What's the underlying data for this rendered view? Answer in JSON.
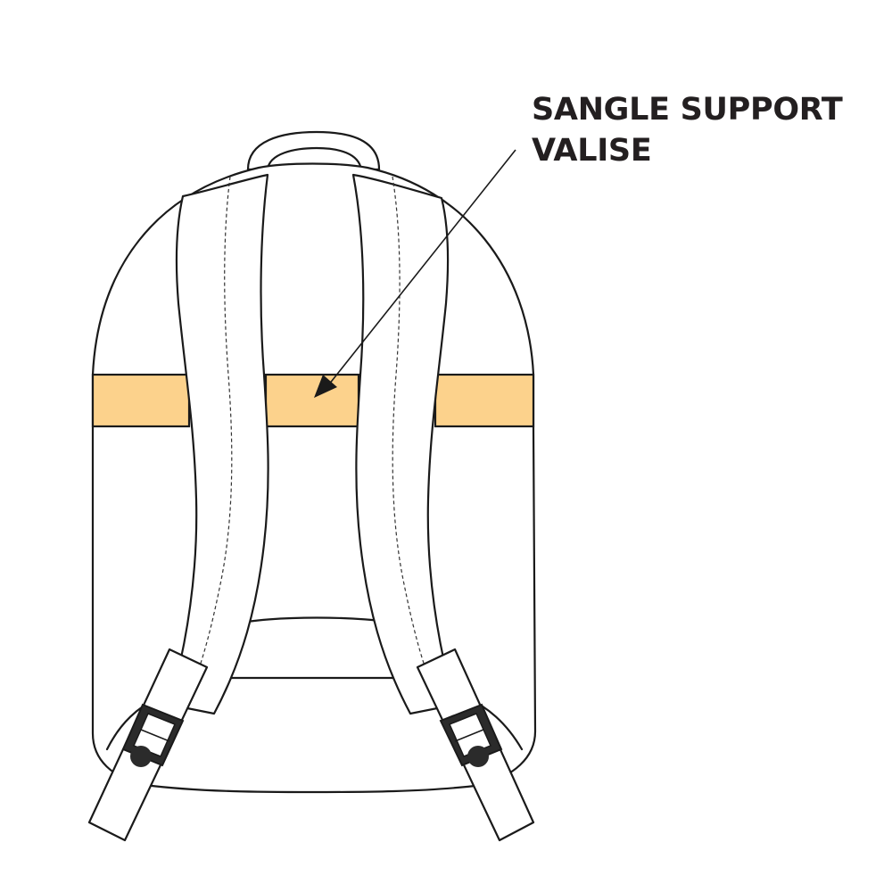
{
  "callout": {
    "line1": "SANGLE SUPPORT",
    "line2": "VALISE"
  },
  "colors": {
    "highlight_band": "#fcd28c",
    "outline": "#1a1a1a",
    "buckle": "#2b2b2b",
    "text": "#231f20"
  },
  "icons": {
    "backpack": "backpack-back-view-illustration",
    "arrow": "callout-arrow"
  }
}
